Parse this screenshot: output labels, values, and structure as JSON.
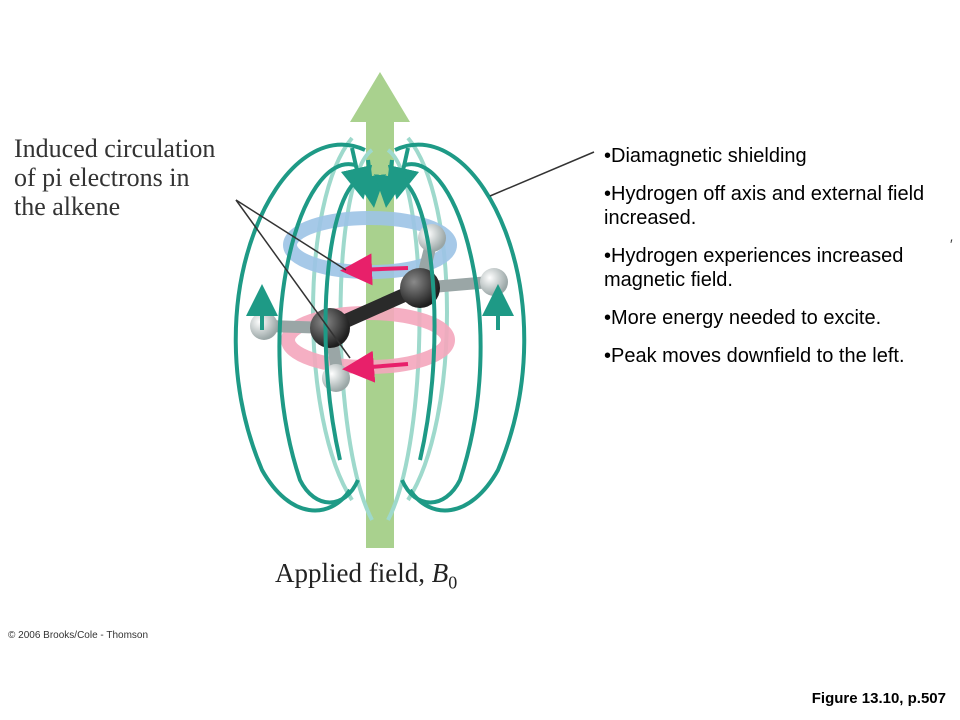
{
  "figure": {
    "caption": "Induced circulation\nof pi electrons in\nthe alkene",
    "applied_field_label": "Applied field, ",
    "applied_field_symbol": "B",
    "applied_field_subscript": "0",
    "copyright": "© 2006 Brooks/Cole - Thomson",
    "figure_label": "Figure 13.10, p.507",
    "stray_mark": "′"
  },
  "bullets": [
    "•Diamagnetic shielding",
    "•Hydrogen off axis and external field increased.",
    "•Hydrogen experiences increased magnetic field.",
    "•More energy needed to excite.",
    "•Peak moves downfield to the left."
  ],
  "colors": {
    "field_arrow": "#a9d18e",
    "field_lines": "#1e9a86",
    "field_lines_light": "#9ed9cc",
    "upper_ring": "#9cc3e6",
    "lower_ring": "#f4a6bd",
    "circulation_arrow": "#e8206a",
    "carbon": "#3a3a3a",
    "hydrogen": "#cfd6d6"
  }
}
